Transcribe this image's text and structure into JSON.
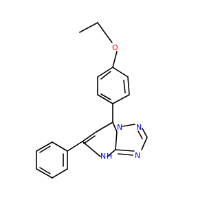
{
  "colors": {
    "bond": "#000000",
    "oxygen": "#ff0000",
    "nitrogen": "#0000ff",
    "background": "#ffffff"
  },
  "atoms": {
    "oxygen": "O",
    "n1": "N",
    "n2": "N",
    "n3": "N",
    "nh": "N",
    "nh_h": "H"
  }
}
